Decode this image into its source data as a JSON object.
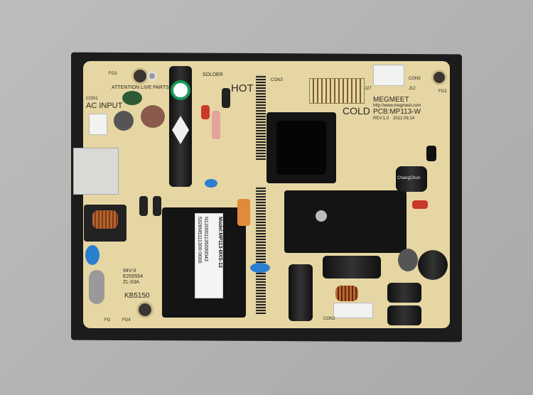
{
  "board": {
    "attention": "ATTENTION LIVE PARTS",
    "con1": "CON1",
    "ac_input": "AC INPUT",
    "solder": "SOLDER",
    "hot": "HOT",
    "cold": "COLD",
    "brand": "MEGMEET",
    "url": "http://www.megmeet.com",
    "pcb": "PCB:MP113-W",
    "rev": "REV:1.0",
    "date": "2012.09.14",
    "ul": "94V-0",
    "ul_file": "E255554",
    "ul_code": "ZL-03A",
    "kb": "KB5150",
    "con3": "CON3",
    "con5": "CON5",
    "con2": "CON2",
    "j27": "J27",
    "j12": "J12",
    "fg": "FG",
    "fg4": "FG4",
    "fg3": "FG3",
    "fg2": "FG2"
  },
  "sticker": {
    "model": "Model:MP113-MXS-12",
    "serial": "N120001135000043",
    "code": "5328M5111300-0000"
  },
  "capacitor_brand": "ChangChun"
}
